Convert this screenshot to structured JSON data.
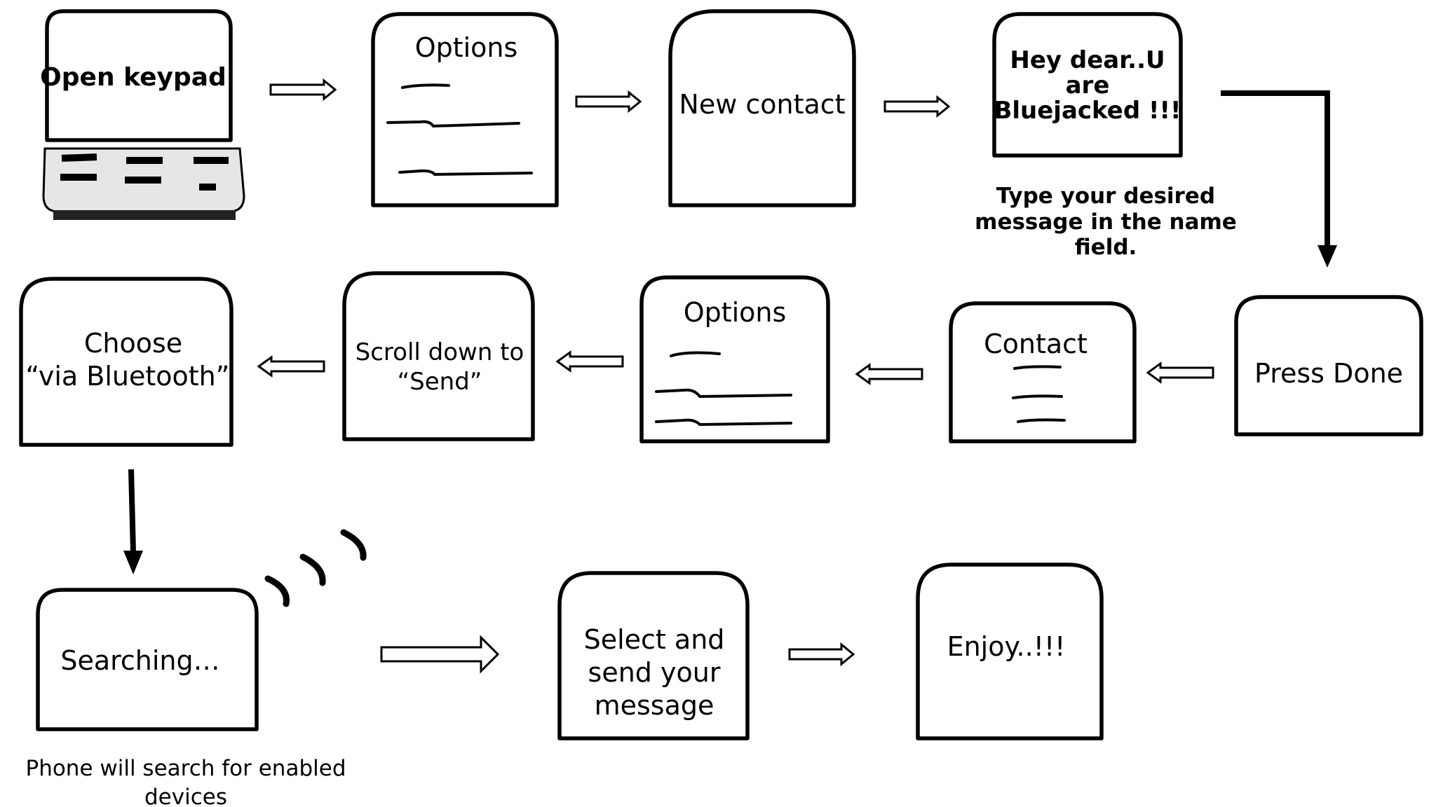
{
  "steps": {
    "open_keypad": "Open keypad",
    "options_1": "Options",
    "new_contact": "New contact",
    "message_lines": [
      "Hey dear..U",
      "are",
      "Bluejacked !!!"
    ],
    "press_done": "Press Done",
    "contact": "Contact",
    "options_2": "Options",
    "scroll_lines": [
      "Scroll down to",
      "“Send”"
    ],
    "choose_lines": [
      "Choose",
      "“via Bluetooth”"
    ],
    "searching": "Searching…",
    "select_lines": [
      "Select and",
      "send your",
      "message"
    ],
    "enjoy": "Enjoy..!!!"
  },
  "captions": {
    "type_message_lines": [
      "Type your desired",
      "message in the name",
      "field."
    ],
    "phone_search_lines": [
      "Phone will search for enabled",
      "devices"
    ]
  },
  "colors": {
    "stroke": "#000000",
    "background": "#ffffff"
  }
}
